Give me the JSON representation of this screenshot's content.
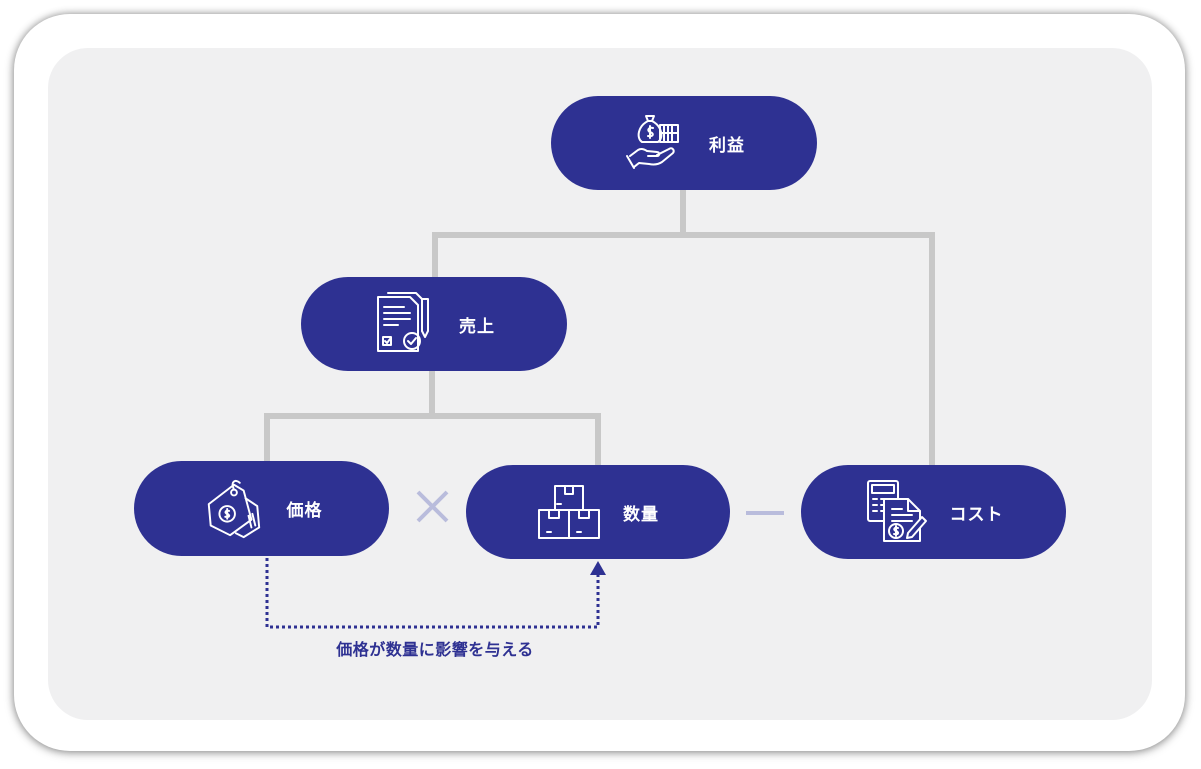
{
  "nodes": {
    "profit": {
      "label": "利益",
      "icon": "money-bag-hand-icon"
    },
    "sales": {
      "label": "売上",
      "icon": "document-check-icon"
    },
    "price": {
      "label": "価格",
      "icon": "price-tag-icon"
    },
    "quantity": {
      "label": "数量",
      "icon": "boxes-icon"
    },
    "cost": {
      "label": "コスト",
      "icon": "calculator-invoice-icon"
    }
  },
  "operators": {
    "multiply": "×",
    "minus": "−"
  },
  "annotation": {
    "text": "価格が数量に影響を与える"
  },
  "colors": {
    "node_fill": "#2e3192",
    "connector": "#c8c8c8",
    "operator": "#b9bcdc",
    "panel": "#f0f0f1",
    "annotation": "#2e3192"
  }
}
